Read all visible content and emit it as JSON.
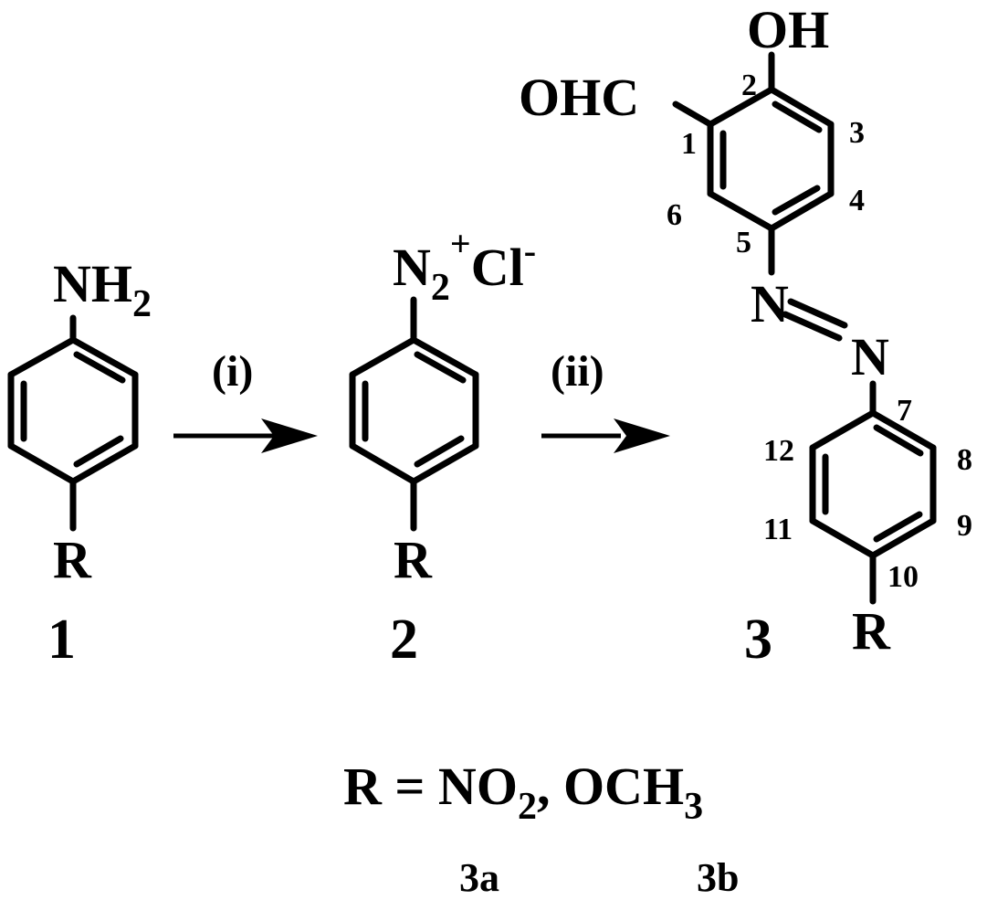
{
  "compounds": {
    "c1": {
      "label": "1",
      "top_group": "NH",
      "top_sub": "2",
      "bottom_group": "R"
    },
    "c2": {
      "label": "2",
      "top_group": "N",
      "top_sub": "2",
      "top_sup": "+",
      "counter_ion": "Cl",
      "counter_sup": "-",
      "bottom_group": "R"
    },
    "c3": {
      "label": "3",
      "oh": "OH",
      "cho": "OHC",
      "azo_n1": "N",
      "azo_n2": "N",
      "bottom_group": "R"
    }
  },
  "conditions": {
    "step1": "(i)",
    "step2": "(ii)"
  },
  "positions": {
    "p1": "1",
    "p2": "2",
    "p3": "3",
    "p4": "4",
    "p5": "5",
    "p6": "6",
    "p7": "7",
    "p8": "8",
    "p9": "9",
    "p10": "10",
    "p11": "11",
    "p12": "12"
  },
  "substituents": {
    "lhs": "R = NO",
    "no2_sub": "2",
    "mid": ", OCH",
    "och3_sub": "3",
    "variant_a": "3a",
    "variant_b": "3b"
  },
  "colors": {
    "ink": "#000000",
    "background": "#ffffff"
  }
}
